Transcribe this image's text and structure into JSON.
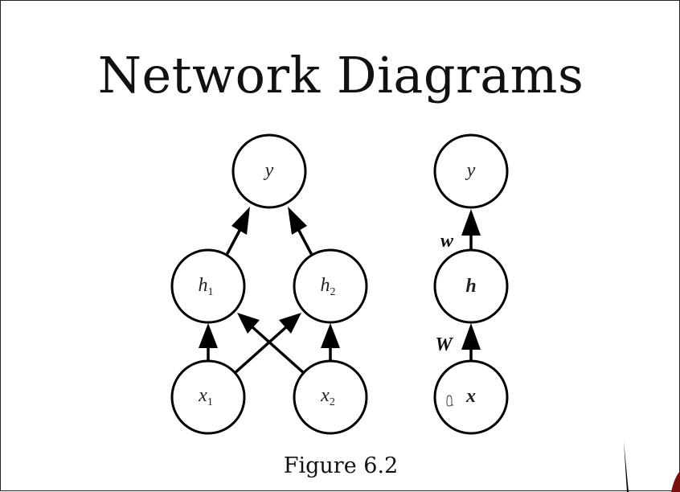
{
  "slide": {
    "title": "Network Diagrams",
    "caption": "Figure 6.2"
  },
  "left_network": {
    "nodes": [
      {
        "id": "y",
        "label": "y",
        "sub": ""
      },
      {
        "id": "h1",
        "label": "h",
        "sub": "1"
      },
      {
        "id": "h2",
        "label": "h",
        "sub": "2"
      },
      {
        "id": "x1",
        "label": "x",
        "sub": "1"
      },
      {
        "id": "x2",
        "label": "x",
        "sub": "2"
      }
    ]
  },
  "right_network": {
    "nodes": [
      {
        "id": "y",
        "label": "y"
      },
      {
        "id": "h",
        "label": "h"
      },
      {
        "id": "x",
        "label": "x"
      }
    ],
    "edge_labels": {
      "w": "w",
      "W": "W"
    }
  }
}
